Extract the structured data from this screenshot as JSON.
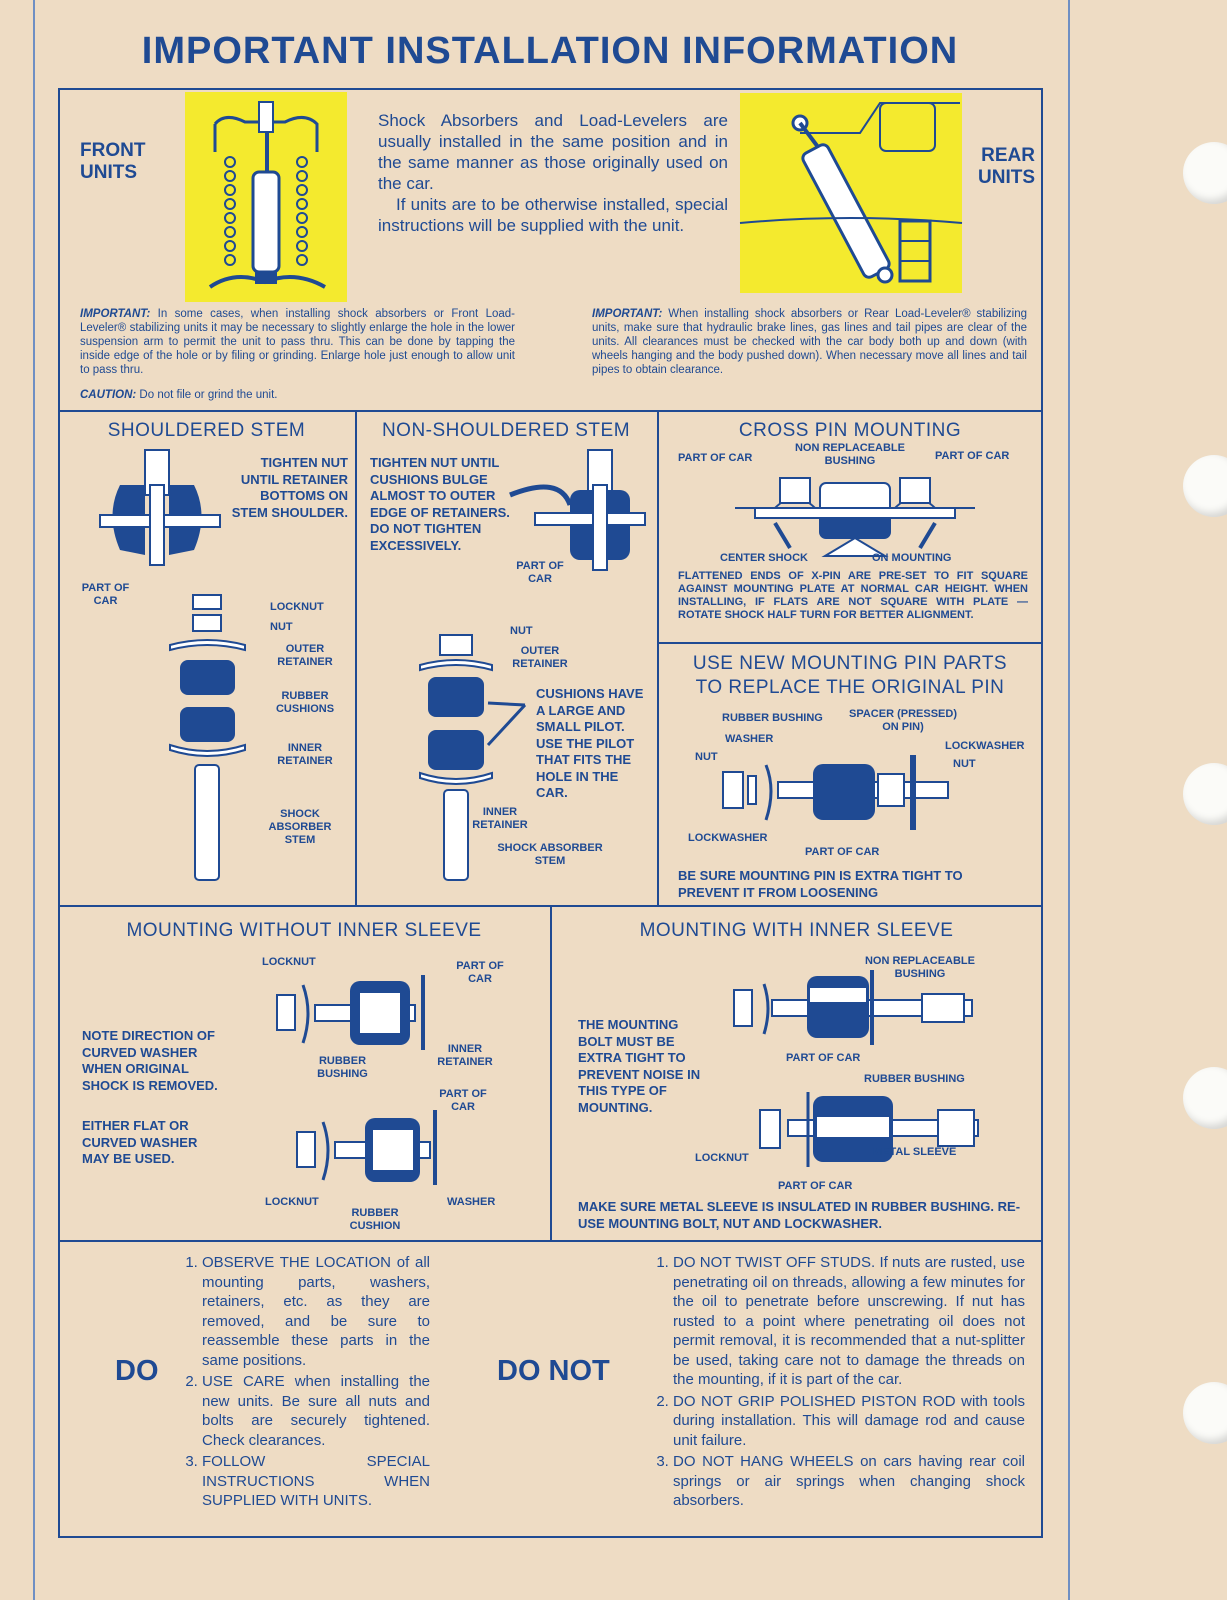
{
  "title": "IMPORTANT INSTALLATION INFORMATION",
  "top": {
    "front_label": "FRONT UNITS",
    "rear_label": "REAR UNITS",
    "intro_p1": "Shock Absorbers and Load-Levelers are usually installed in the same position and in the same manner as those originally used on the car.",
    "intro_p2": "If units are to be otherwise installed, special instructions will be supplied with the unit.",
    "important_label": "IMPORTANT:",
    "front_important": "In some cases, when installing shock absorbers or Front Load-Leveler® stabilizing units it may be necessary to slightly enlarge the hole in the lower suspension arm to permit the unit to pass thru. This can be done by tapping the inside edge of the hole or by filing or grinding. Enlarge hole just enough to allow unit to pass thru.",
    "caution_label": "CAUTION:",
    "caution": "Do not file or grind the unit.",
    "rear_important": "When installing shock absorbers or Rear Load-Leveler® stabilizing units, make sure that hydraulic brake lines, gas lines and tail pipes are clear of the units. All clearances must be checked with the car body both up and down (with wheels hanging and the body pushed down). When necessary move all lines and tail pipes to obtain clearance."
  },
  "shouldered": {
    "heading": "SHOULDERED STEM",
    "instruction": "TIGHTEN NUT UNTIL RETAINER BOTTOMS ON STEM SHOULDER.",
    "part_of_car": "PART OF CAR",
    "locknut": "LOCKNUT",
    "nut": "NUT",
    "outer_retainer": "OUTER RETAINER",
    "rubber_cushions": "RUBBER CUSHIONS",
    "inner_retainer": "INNER RETAINER",
    "stem": "SHOCK ABSORBER STEM"
  },
  "nonshouldered": {
    "heading": "NON-SHOULDERED STEM",
    "instruction": "TIGHTEN NUT UNTIL CUSHIONS BULGE ALMOST TO OUTER EDGE OF RETAINERS. DO NOT TIGHTEN EXCESSIVELY.",
    "part_of_car": "PART OF CAR",
    "nut": "NUT",
    "outer_retainer": "OUTER RETAINER",
    "cushions_note": "CUSHIONS HAVE A LARGE AND SMALL PILOT. USE THE PILOT THAT FITS THE HOLE IN THE CAR.",
    "inner_retainer": "INNER RETAINER",
    "stem": "SHOCK ABSORBER STEM"
  },
  "crosspin": {
    "heading": "CROSS PIN MOUNTING",
    "part_of_car_left": "PART OF CAR",
    "bushing": "NON REPLACEABLE BUSHING",
    "part_of_car_right": "PART OF CAR",
    "center_shock": "CENTER SHOCK",
    "on_mounting": "ON MOUNTING",
    "note": "FLATTENED ENDS OF X-PIN ARE PRE-SET TO FIT SQUARE AGAINST MOUNTING PLATE AT NORMAL CAR HEIGHT. WHEN INSTALLING, IF FLATS ARE NOT SQUARE WITH PLATE — ROTATE SHOCK HALF TURN FOR BETTER ALIGNMENT."
  },
  "newpin": {
    "heading": "USE NEW MOUNTING PIN PARTS TO REPLACE THE ORIGINAL PIN",
    "rubber_bushing": "RUBBER BUSHING",
    "spacer": "SPACER (PRESSED) ON PIN)",
    "washer": "WASHER",
    "lockwasher_right": "LOCKWASHER",
    "nut_left": "NUT",
    "nut_right": "NUT",
    "lockwasher_left": "LOCKWASHER",
    "part_of_car": "PART OF CAR",
    "note": "BE SURE MOUNTING PIN IS EXTRA TIGHT TO PREVENT IT FROM LOOSENING"
  },
  "without": {
    "heading": "MOUNTING WITHOUT INNER SLEEVE",
    "locknut_top": "LOCKNUT",
    "part_of_car_top": "PART OF CAR",
    "note1": "NOTE DIRECTION OF CURVED WASHER WHEN ORIGINAL SHOCK IS REMOVED.",
    "rubber_bushing": "RUBBER BUSHING",
    "inner_retainer": "INNER RETAINER",
    "note2": "EITHER FLAT OR CURVED WASHER MAY BE USED.",
    "part_of_car_bottom": "PART OF CAR",
    "locknut_bottom": "LOCKNUT",
    "rubber_cushion": "RUBBER CUSHION",
    "washer": "WASHER"
  },
  "with": {
    "heading": "MOUNTING WITH INNER SLEEVE",
    "bushing": "NON REPLACEABLE BUSHING",
    "note": "THE MOUNTING BOLT MUST BE EXTRA TIGHT TO PREVENT NOISE IN THIS TYPE OF MOUNTING.",
    "part_of_car_top": "PART OF CAR",
    "rubber_bushing": "RUBBER BUSHING",
    "locknut": "LOCKNUT",
    "metal_sleeve": "METAL SLEEVE",
    "part_of_car_bottom": "PART OF CAR",
    "footer": "MAKE SURE METAL SLEEVE IS INSULATED IN RUBBER BUSHING. RE-USE MOUNTING BOLT, NUT AND LOCKWASHER."
  },
  "do": {
    "label": "DO",
    "items": [
      "OBSERVE THE LOCATION of all mounting parts, washers, retainers, etc. as they are removed, and be sure to reassemble these parts in the same positions.",
      "USE CARE when installing the new units. Be sure all nuts and bolts are securely tightened. Check clearances.",
      "FOLLOW SPECIAL INSTRUCTIONS WHEN SUPPLIED WITH UNITS."
    ]
  },
  "donot": {
    "label": "DO NOT",
    "items": [
      "DO NOT TWIST OFF STUDS. If nuts are rusted, use penetrating oil on threads, allowing a few minutes for the oil to penetrate before unscrewing. If nut has rusted to a point where penetrating oil does not permit removal, it is recommended that a nut-splitter be used, taking care not to damage the threads on the mounting, if it is part of the car.",
      "DO NOT GRIP POLISHED PISTON ROD with tools during installation. This will damage rod and cause unit failure.",
      "DO NOT HANG WHEELS on cars having rear coil springs or air springs when changing shock absorbers."
    ]
  },
  "colors": {
    "ink": "#1f4a93",
    "paper": "#eedcc4",
    "highlight": "#f4ea2e"
  }
}
